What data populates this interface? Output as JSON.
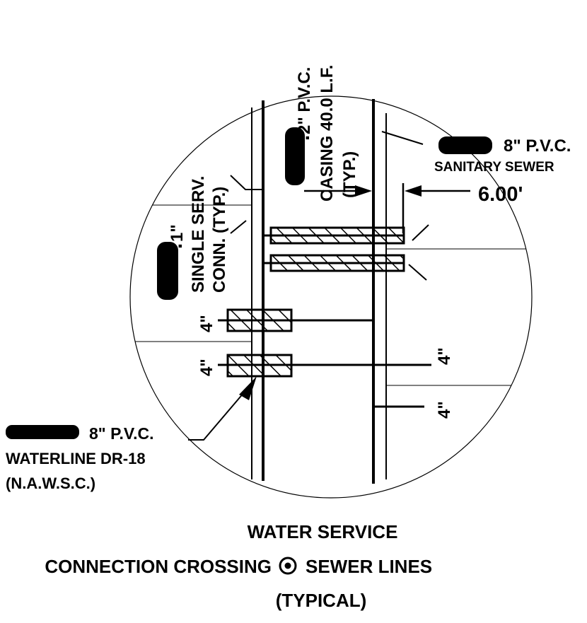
{
  "labels": {
    "casing": [
      "2\" P.V.C.",
      "CASING 40.0 L.F.",
      "(TYP.)"
    ],
    "casing_bullet": ".",
    "sanitary_sewer": [
      "8\" P.V.C.",
      "SANITARY SEWER"
    ],
    "dimension": "6.00'",
    "single_service": [
      "1\"",
      "SINGLE SERV.",
      "CONN. (TYP.)"
    ],
    "single_service_bullet": ".",
    "service_size": "4\"",
    "waterline": [
      "8\" P.V.C.",
      "WATERLINE DR-18",
      "(N.A.W.S.C.)"
    ]
  },
  "title": {
    "line1": "WATER SERVICE",
    "line2a": "CONNECTION CROSSING",
    "line2b": "SEWER LINES",
    "line3": "(TYPICAL)"
  }
}
